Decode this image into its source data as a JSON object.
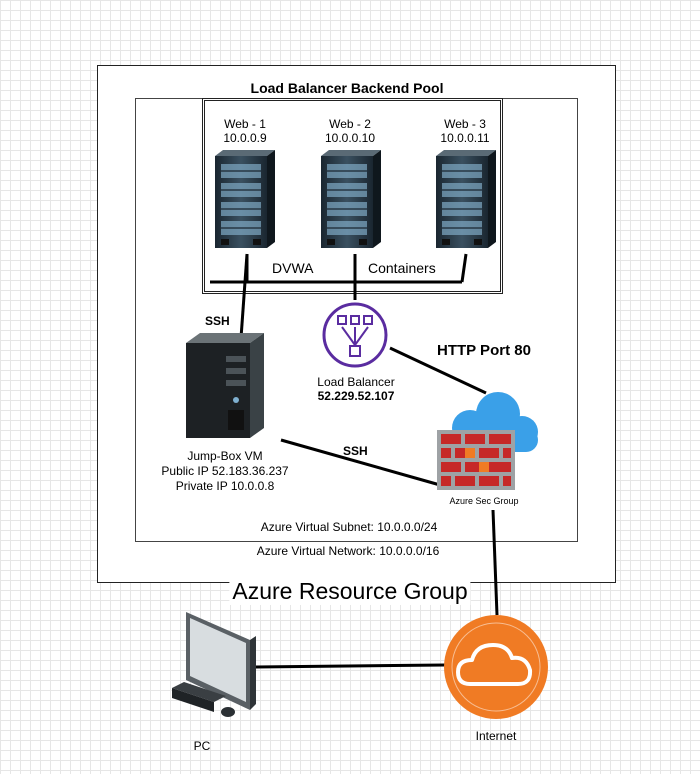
{
  "resource_group": {
    "label": "Azure Resource Group"
  },
  "virtual_network": {
    "label": "Azure Virtual Network: 10.0.0.0/16"
  },
  "virtual_subnet": {
    "label": "Azure Virtual Subnet: 10.0.0.0/24"
  },
  "backend_pool": {
    "title": "Load Balancer Backend Pool",
    "dvwa_label": "DVWA",
    "containers_label": "Containers",
    "servers": [
      {
        "name": "Web - 1",
        "ip": "10.0.0.9"
      },
      {
        "name": "Web - 2",
        "ip": "10.0.0.10"
      },
      {
        "name": "Web - 3",
        "ip": "10.0.0.11"
      }
    ]
  },
  "load_balancer": {
    "name": "Load Balancer",
    "ip": "52.229.52.107",
    "icon": "load-balancer-icon",
    "color": "#5a2ca0"
  },
  "jump_box": {
    "name": "Jump-Box VM",
    "public_ip": "Public IP 52.183.36.237",
    "private_ip": "Private IP 10.0.0.8",
    "icon": "server-tower-icon"
  },
  "sec_group": {
    "label": "Azure Sec Group",
    "icon": "firewall-icon",
    "brick_color": "#c62828",
    "cloud_color": "#3aa0e8"
  },
  "connections": {
    "ssh_top": "SSH",
    "ssh_mid": "SSH",
    "http": "HTTP Port  80"
  },
  "pc": {
    "label": "PC",
    "icon": "computer-icon"
  },
  "internet": {
    "label": "Internet",
    "icon": "internet-cloud-icon",
    "color": "#f07b24"
  }
}
